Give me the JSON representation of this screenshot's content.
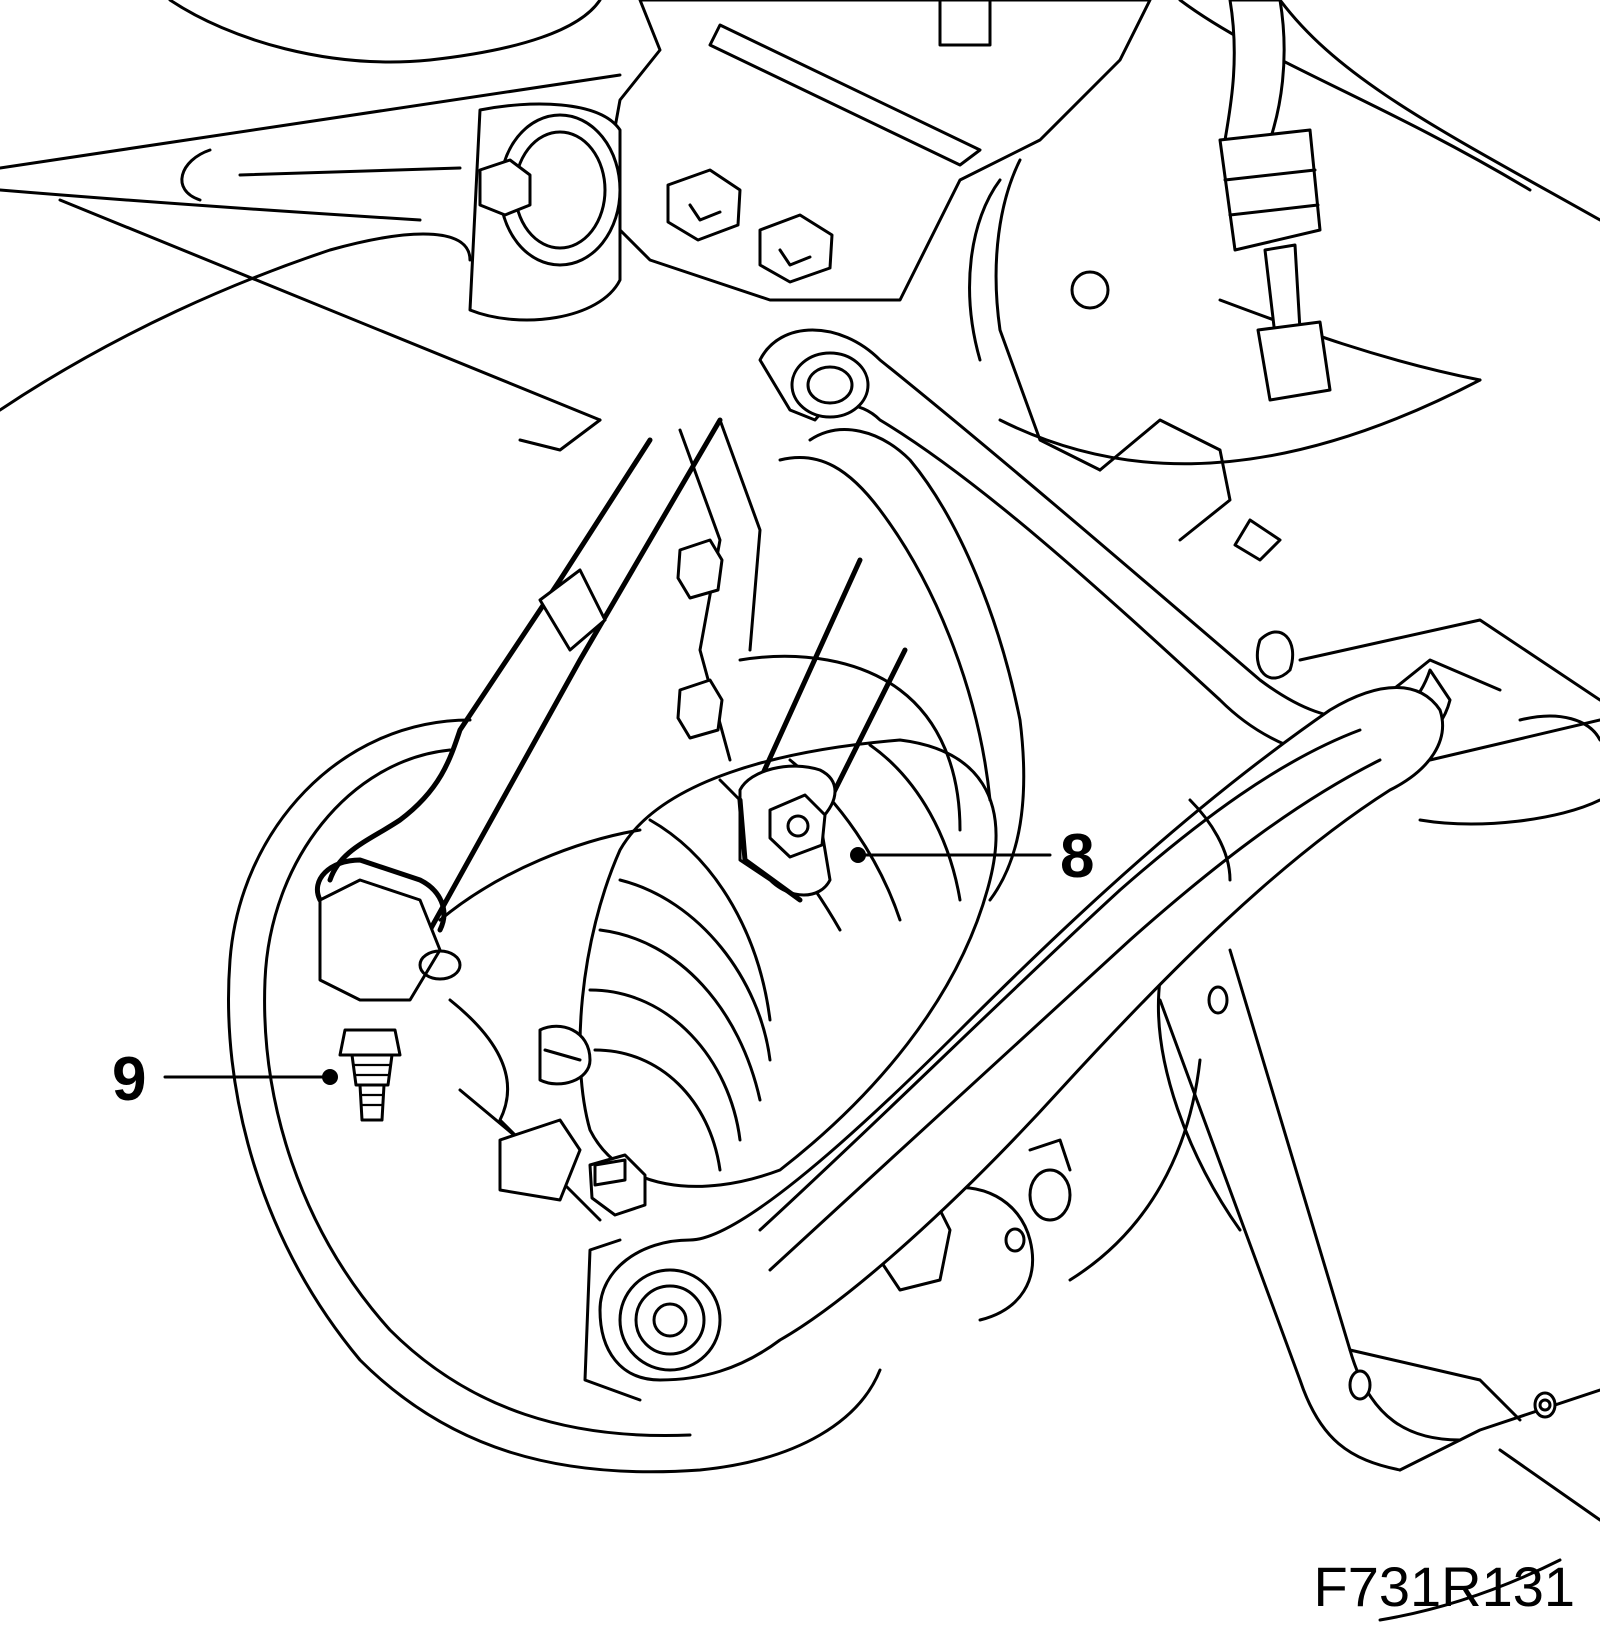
{
  "callouts": [
    {
      "id": "8",
      "label": "8"
    },
    {
      "id": "9",
      "label": "9"
    }
  ],
  "figure_id": "F731R131",
  "colors": {
    "line": "#000000",
    "background": "#ffffff"
  }
}
